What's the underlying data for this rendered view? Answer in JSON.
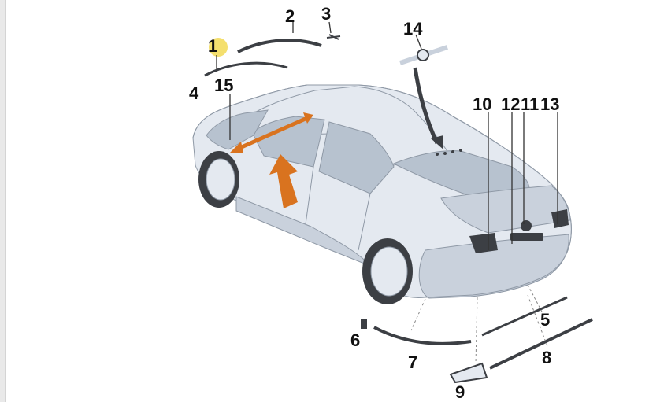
{
  "callouts": {
    "c1": "1",
    "c2": "2",
    "c3": "3",
    "c4": "4",
    "c5": "5",
    "c6": "6",
    "c7": "7",
    "c8": "8",
    "c9": "9",
    "c10": "10",
    "c11": "11",
    "c12": "12",
    "c13": "13",
    "c14": "14",
    "c15": "15"
  },
  "colors": {
    "car_body": "#e4e9f0",
    "car_shade": "#c9d1dc",
    "car_outline": "#8f99a6",
    "glass": "#b7c2cf",
    "part_dark": "#3c3f44",
    "arrow_orange": "#d9731f",
    "highlight": "#f4df6e"
  }
}
